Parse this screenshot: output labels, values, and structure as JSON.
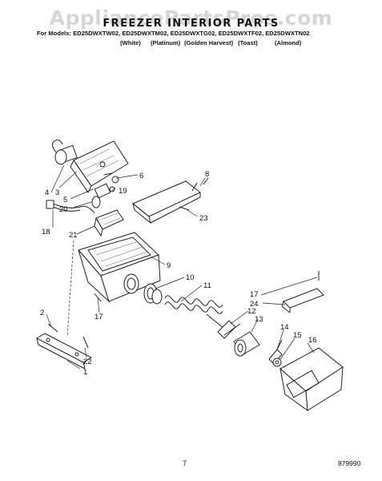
{
  "header": {
    "watermark": "AppliancePartsPros.com",
    "title": "FREEZER INTERIOR PARTS",
    "models_line": "For Models: ED25DWXTW02, ED25DWXTM02, ED25DWXTG02, ED25DWXTF02, ED25DWXTN02",
    "colors": [
      "(White)",
      "(Platinum)",
      "(Golden Harvest)",
      "(Toast)",
      "(Almond)"
    ]
  },
  "callouts": [
    "1",
    "2",
    "3",
    "4",
    "5",
    "6",
    "8",
    "9",
    "10",
    "11",
    "12",
    "13",
    "14",
    "15",
    "16",
    "17",
    "17",
    "18",
    "19",
    "20",
    "21",
    "22",
    "23",
    "24"
  ],
  "footer": {
    "page_number": "7",
    "doc_code": "879990"
  }
}
